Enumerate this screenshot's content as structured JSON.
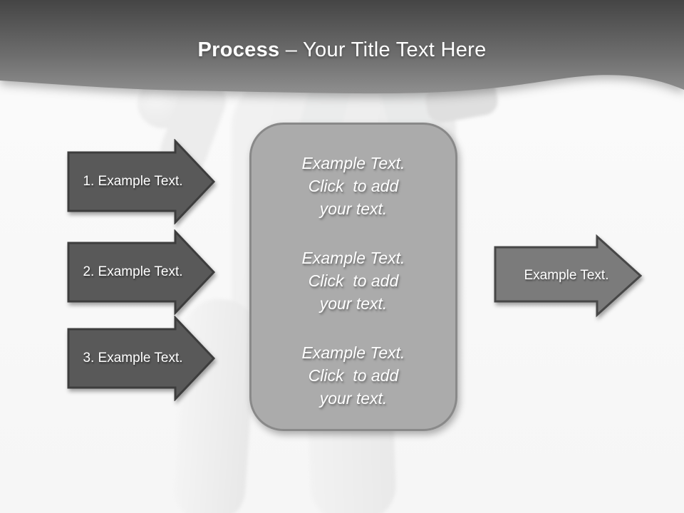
{
  "slide": {
    "title": {
      "bold": "Process",
      "rest": " – Your Title Text Here"
    },
    "left_arrows": [
      {
        "label": "1. Example Text."
      },
      {
        "label": "2. Example Text."
      },
      {
        "label": "3. Example Text."
      }
    ],
    "center_box": {
      "paragraphs": [
        {
          "lines": [
            "Example Text.",
            "Click  to add",
            "your text."
          ]
        },
        {
          "lines": [
            "Example Text.",
            "Click  to add",
            "your text."
          ]
        },
        {
          "lines": [
            "Example Text.",
            "Click  to add",
            "your text."
          ]
        }
      ]
    },
    "right_arrow": {
      "label": "Example Text."
    },
    "colors": {
      "header_gradient_top": "#454545",
      "header_gradient_bottom": "#8f8f8f",
      "left_arrow_fill": "#595959",
      "left_arrow_border": "#3d3d3d",
      "right_arrow_fill": "#7b7b7b",
      "right_arrow_border": "#474747",
      "center_box_fill": "#ababab",
      "center_box_border": "#898989",
      "text_on_shapes": "#ffffff",
      "slide_background": "#f9f9f9"
    }
  }
}
